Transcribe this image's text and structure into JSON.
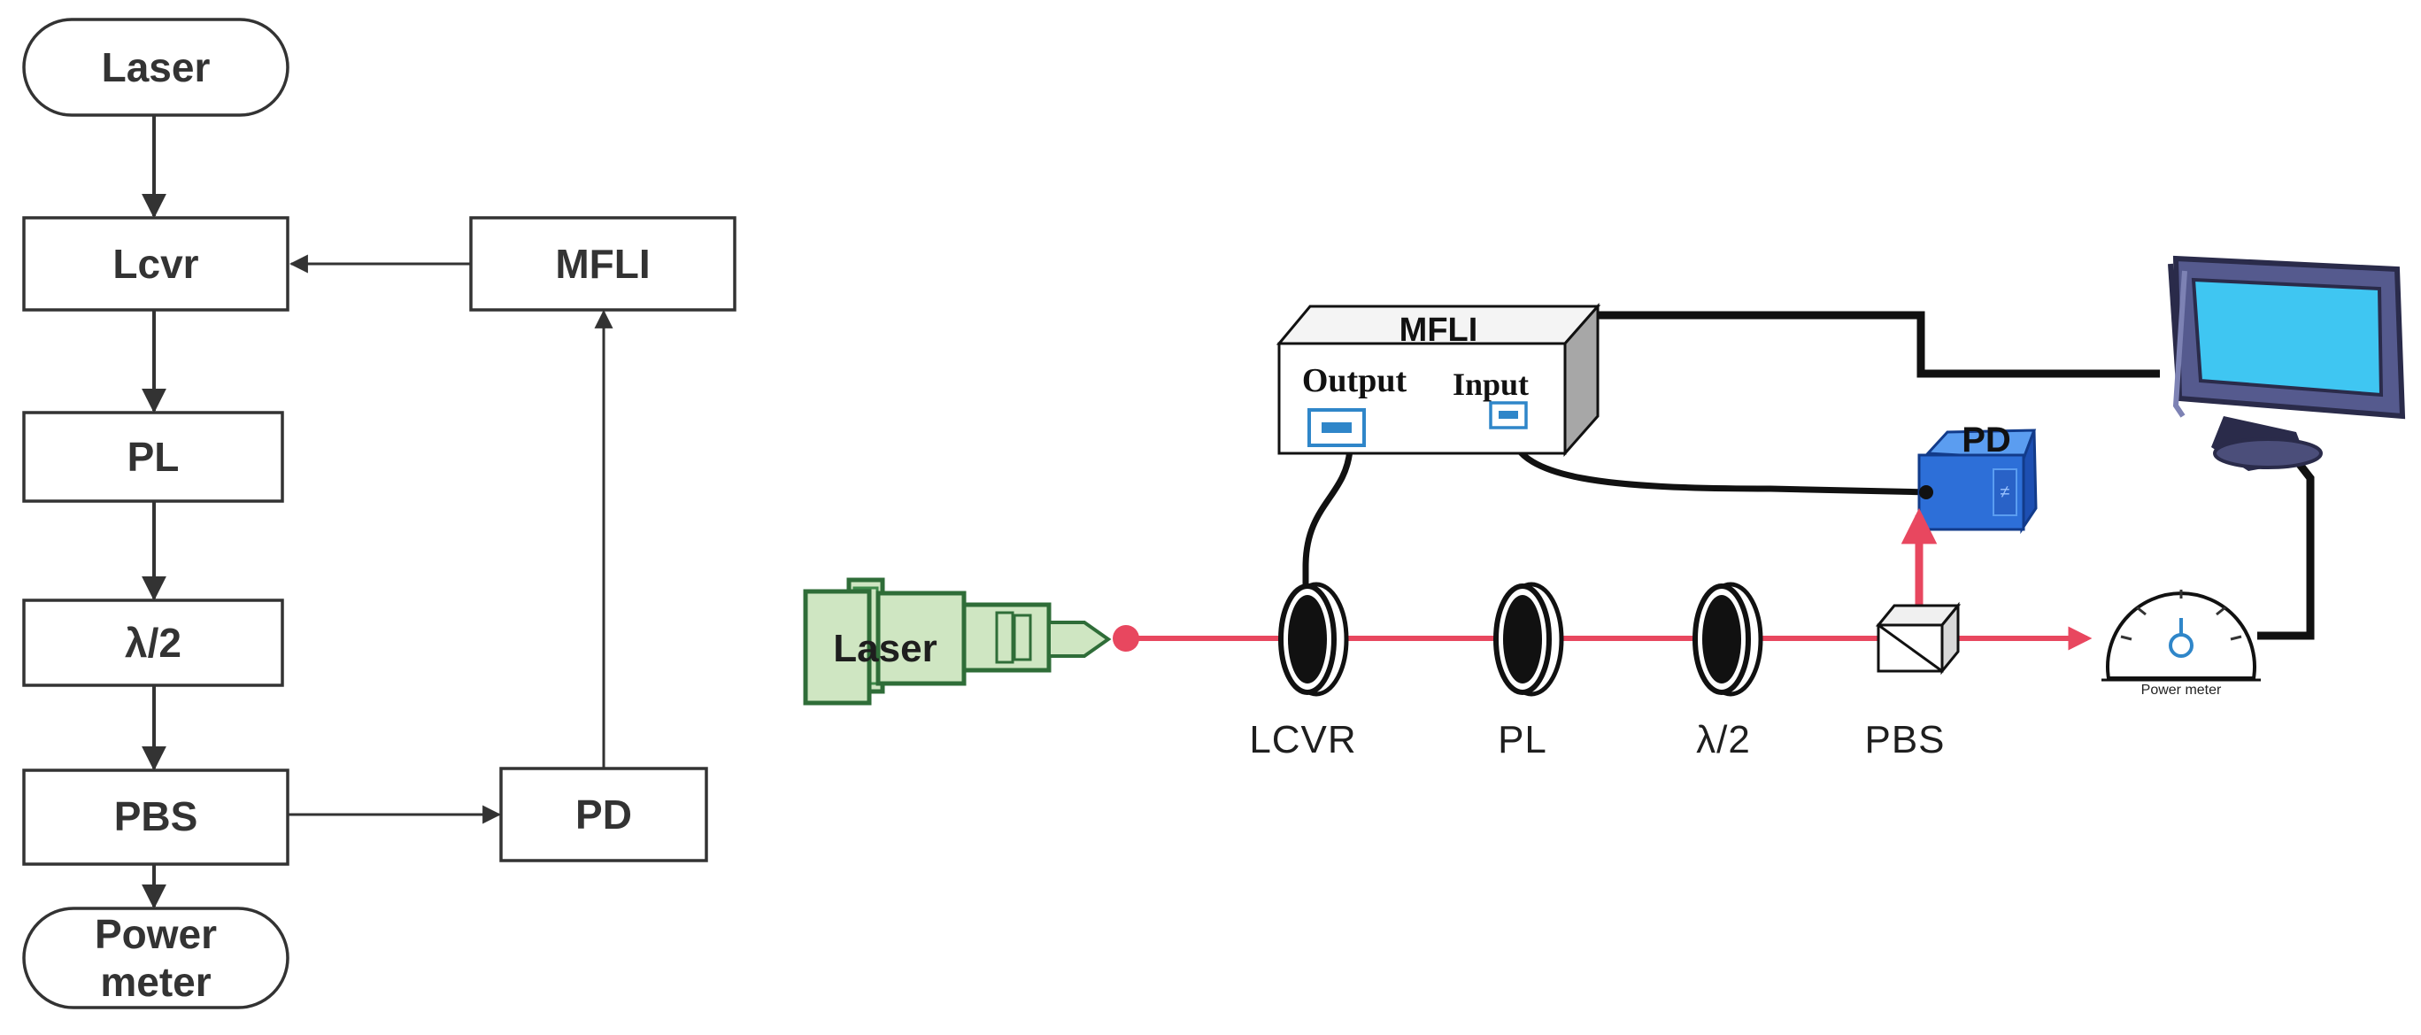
{
  "flowchart": {
    "nodes": [
      {
        "id": "laser",
        "label": "Laser",
        "shape": "rounded"
      },
      {
        "id": "lcvr",
        "label": "Lcvr",
        "shape": "rect"
      },
      {
        "id": "pl",
        "label": "PL",
        "shape": "rect"
      },
      {
        "id": "half_wave",
        "label": "λ/2",
        "shape": "rect"
      },
      {
        "id": "pbs",
        "label": "PBS",
        "shape": "rect"
      },
      {
        "id": "power_meter_line1",
        "label": "Power",
        "shape": "rounded"
      },
      {
        "id": "power_meter_line2",
        "label": "meter",
        "shape": "rounded"
      },
      {
        "id": "mfli",
        "label": "MFLI",
        "shape": "rect"
      },
      {
        "id": "pd",
        "label": "PD",
        "shape": "rect"
      }
    ],
    "edges": [
      {
        "from": "laser",
        "to": "lcvr"
      },
      {
        "from": "lcvr",
        "to": "pl"
      },
      {
        "from": "pl",
        "to": "half_wave"
      },
      {
        "from": "half_wave",
        "to": "pbs"
      },
      {
        "from": "pbs",
        "to": "power_meter"
      },
      {
        "from": "pbs",
        "to": "pd"
      },
      {
        "from": "pd",
        "to": "mfli"
      },
      {
        "from": "mfli",
        "to": "lcvr"
      }
    ]
  },
  "setup": {
    "laser_label": "Laser",
    "mfli": {
      "title": "MFLI",
      "output_label": "Output",
      "input_label": "Input"
    },
    "pd_label": "PD",
    "components": [
      "LCVR",
      "PL",
      "λ/2",
      "PBS"
    ],
    "power_meter_caption": "Power meter"
  },
  "colors": {
    "beam": "#e8475f",
    "laser_body": "#3e8a4a",
    "laser_fill": "#cfe6c2",
    "pd_body": "#2d6fd8",
    "monitor_frame": "#6d72a6",
    "monitor_screen": "#3fc6f2",
    "port": "#2f86c9",
    "line": "#333333",
    "cable": "#111111"
  }
}
